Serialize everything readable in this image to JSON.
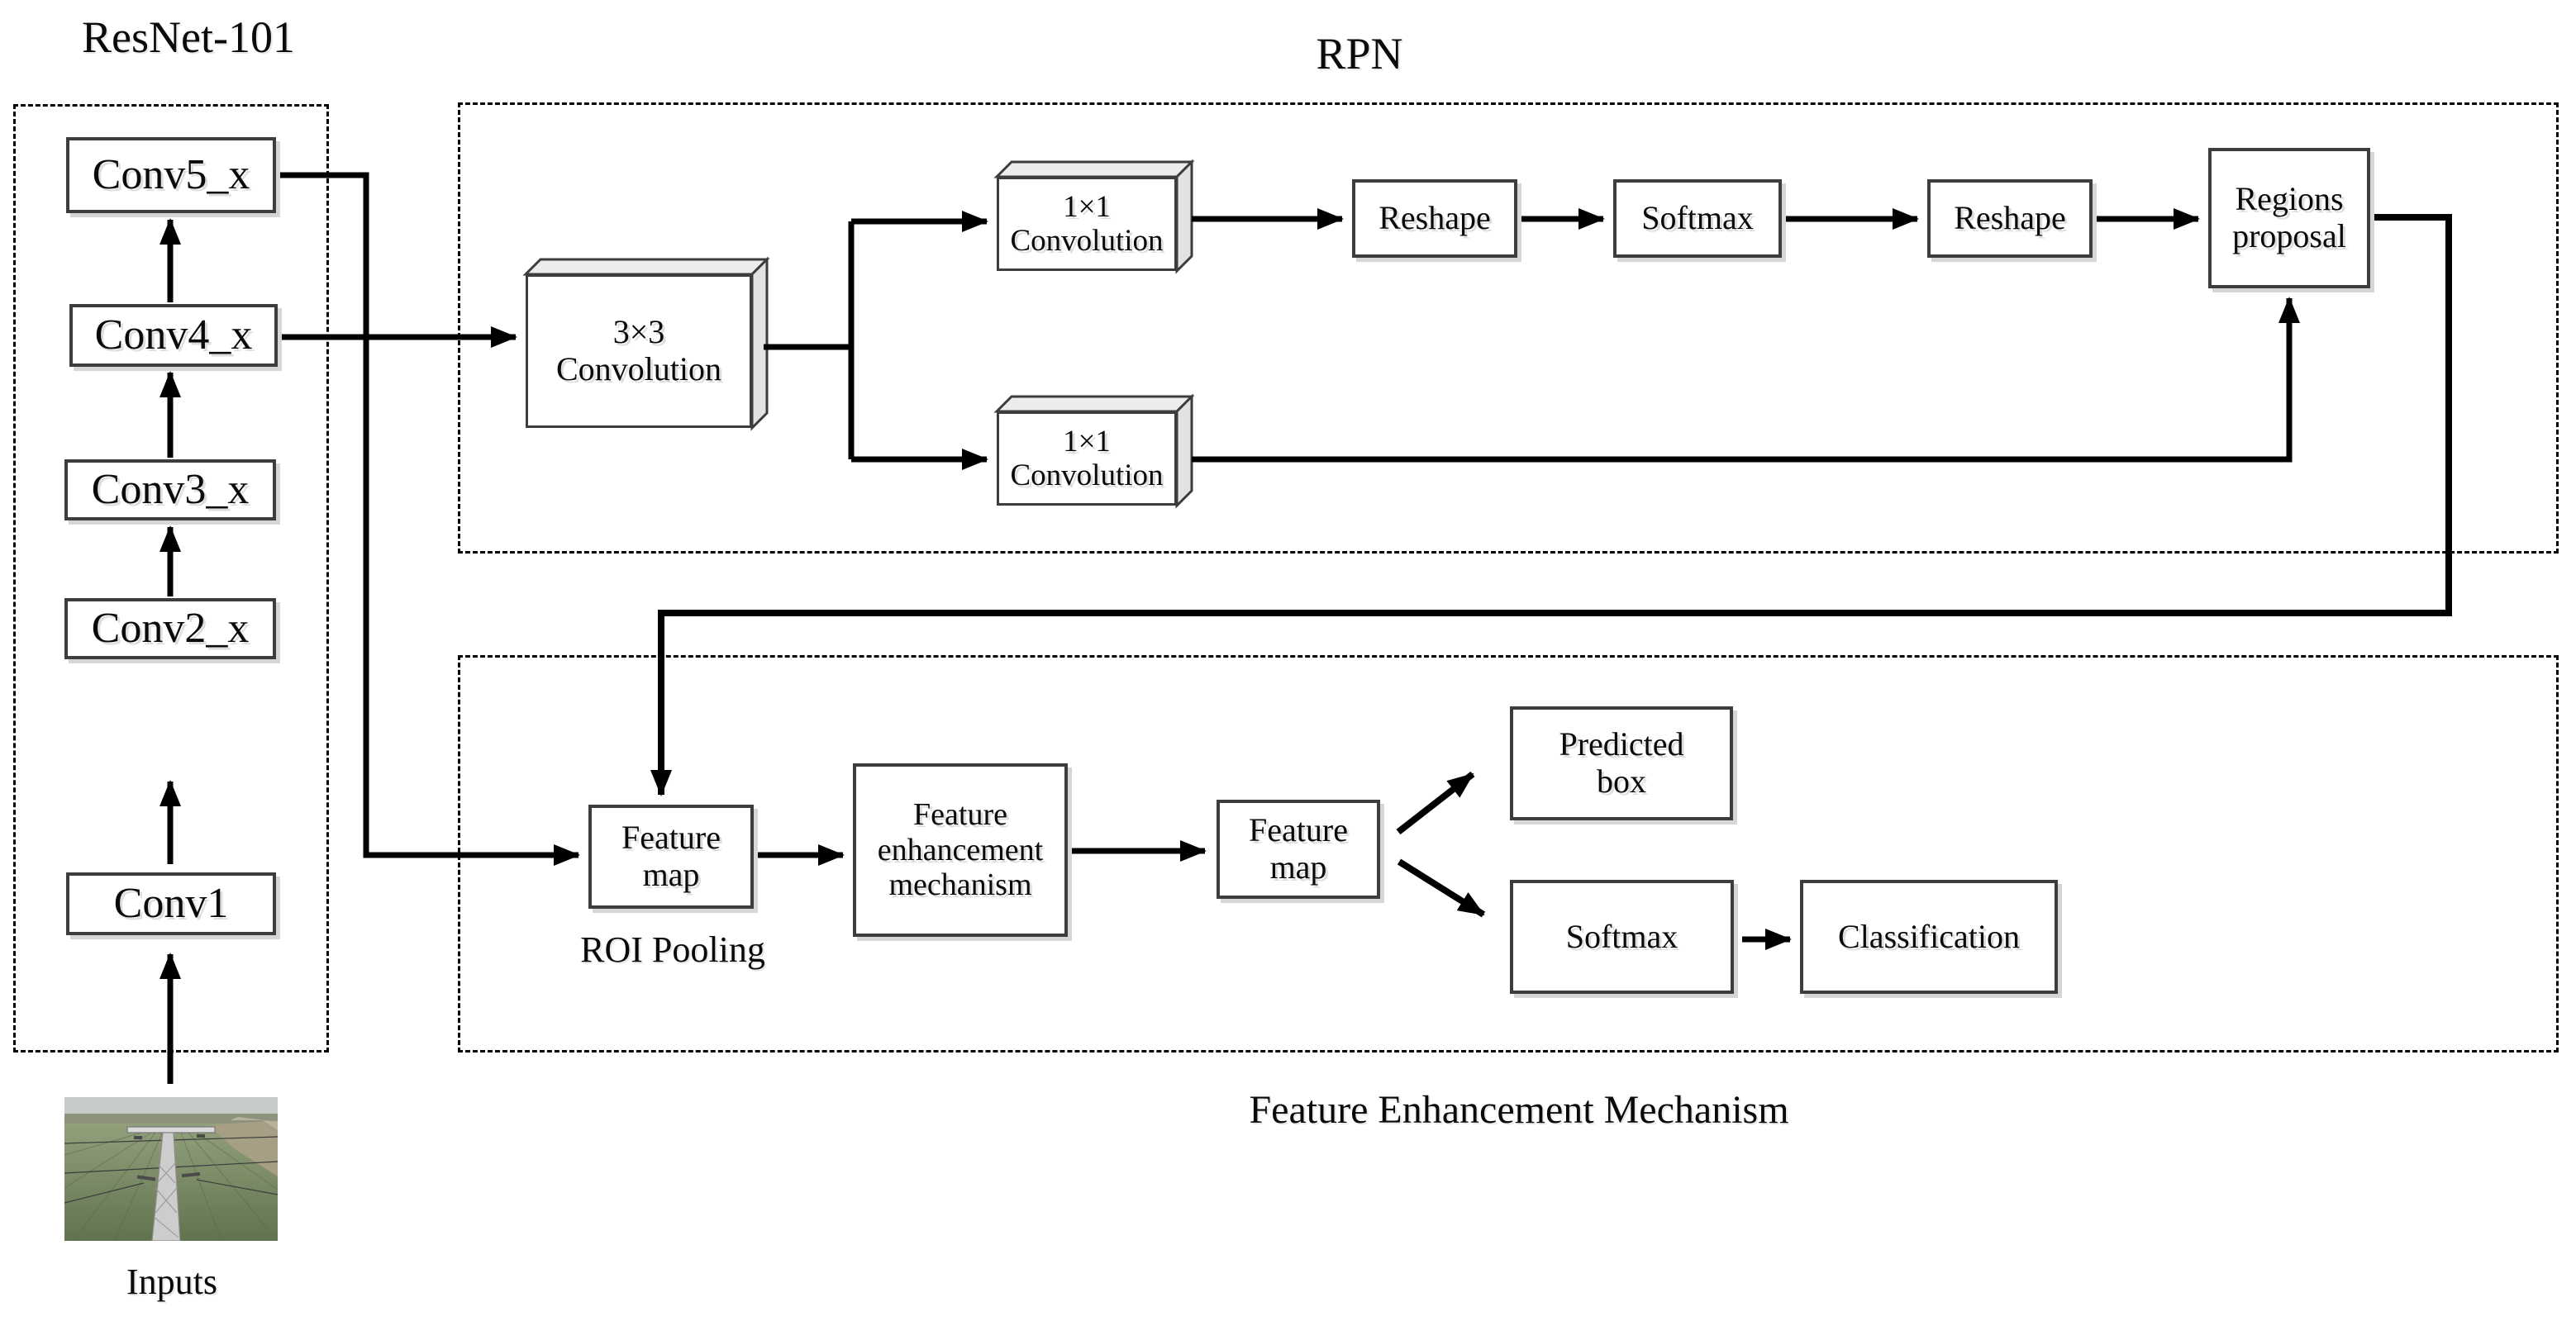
{
  "colors": {
    "background": "#ffffff",
    "line": "#000000",
    "box_border": "#3d3d3d",
    "shade_face": "#ececec",
    "shadow": "#d6d6d6"
  },
  "backbone": {
    "title": "ResNet-101",
    "blocks": [
      {
        "label": "Conv5_x"
      },
      {
        "label": "Conv4_x"
      },
      {
        "label": "Conv3_x"
      },
      {
        "label": "Conv2_x"
      },
      {
        "label": "Conv1"
      }
    ],
    "input_label": "Inputs",
    "input_image": "aerial drone photo of a power transmission tower over green farmland"
  },
  "rpn": {
    "title": "RPN",
    "conv3x3": {
      "line1": "3×3",
      "line2": "Convolution"
    },
    "conv1x1_top": {
      "line1": "1×1",
      "line2": "Convolution"
    },
    "conv1x1_bottom": {
      "line1": "1×1",
      "line2": "Convolution"
    },
    "reshape_1": "Reshape",
    "softmax": "Softmax",
    "reshape_2": "Reshape",
    "regions_proposal": {
      "line1": "Regions",
      "line2": "proposal"
    }
  },
  "head": {
    "caption": "Feature Enhancement Mechanism",
    "roi_pooling": "ROI Pooling",
    "feature_map_in": {
      "line1": "Feature",
      "line2": "map"
    },
    "mechanism": {
      "line1": "Feature",
      "line2": "enhancement",
      "line3": "mechanism"
    },
    "feature_map_out": {
      "line1": "Feature",
      "line2": "map"
    },
    "predicted_box": {
      "line1": "Predicted",
      "line2": "box"
    },
    "softmax": "Softmax",
    "classification": "Classification"
  }
}
